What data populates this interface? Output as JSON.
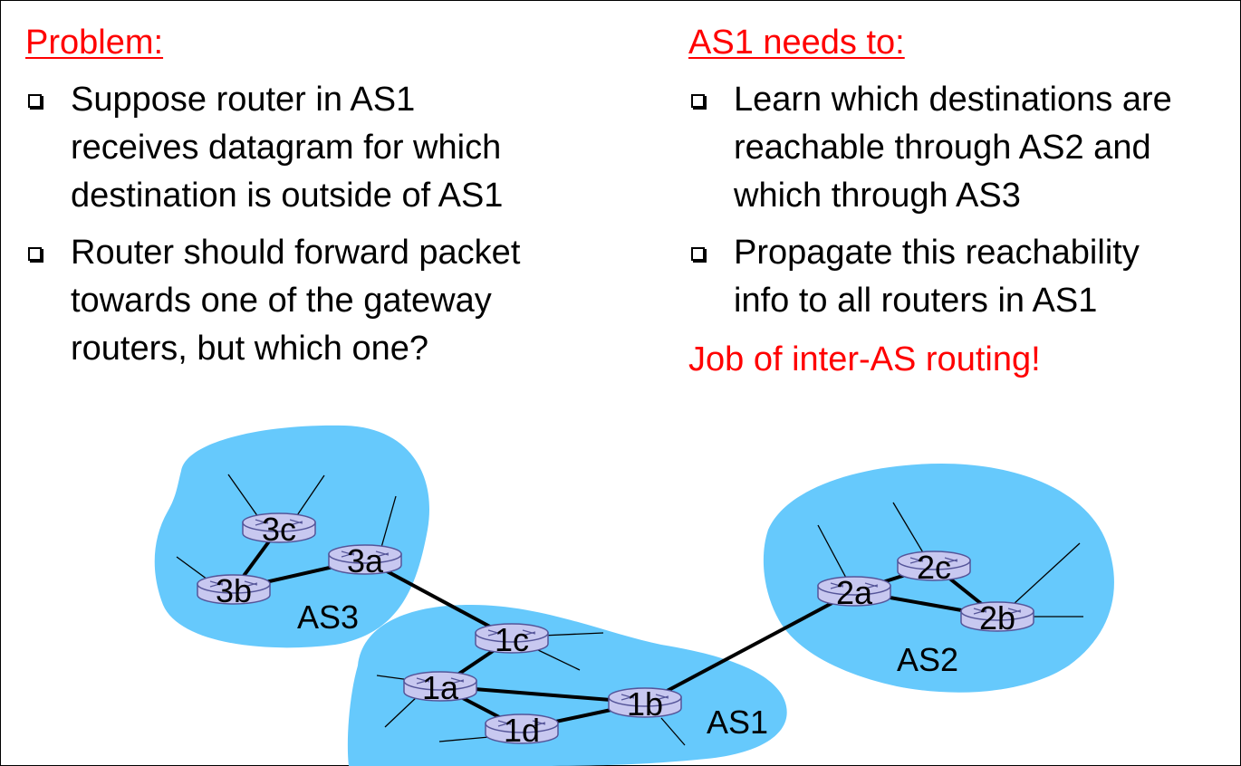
{
  "left_column": {
    "heading": "Problem:",
    "bullets": [
      {
        "lines": [
          "Suppose router in AS1",
          "receives datagram for which",
          "destination is outside of AS1"
        ]
      },
      {
        "lines": [
          "Router should forward packet",
          "towards one of the gateway",
          "routers, but which one?"
        ]
      }
    ]
  },
  "right_column": {
    "heading": "AS1 needs to:",
    "bullets": [
      {
        "lines": [
          "Learn which destinations are",
          "reachable through AS2 and",
          "which through AS3"
        ]
      },
      {
        "lines": [
          "Propagate this reachability",
          "info to all routers in AS1"
        ]
      }
    ],
    "conclusion": "Job of inter-AS routing!"
  },
  "diagram": {
    "autonomous_systems": [
      {
        "id": "as3",
        "label": "AS3"
      },
      {
        "id": "as1",
        "label": "AS1"
      },
      {
        "id": "as2",
        "label": "AS2"
      }
    ],
    "routers": [
      {
        "id": "3c",
        "label": "3c"
      },
      {
        "id": "3a",
        "label": "3a"
      },
      {
        "id": "3b",
        "label": "3b"
      },
      {
        "id": "1c",
        "label": "1c"
      },
      {
        "id": "1a",
        "label": "1a"
      },
      {
        "id": "1d",
        "label": "1d"
      },
      {
        "id": "1b",
        "label": "1b"
      },
      {
        "id": "2a",
        "label": "2a"
      },
      {
        "id": "2c",
        "label": "2c"
      },
      {
        "id": "2b",
        "label": "2b"
      }
    ],
    "links": [
      [
        "3c",
        "3b"
      ],
      [
        "3b",
        "3a"
      ],
      [
        "3a",
        "1c"
      ],
      [
        "1c",
        "1a"
      ],
      [
        "1a",
        "1d"
      ],
      [
        "1a",
        "1b"
      ],
      [
        "1d",
        "1b"
      ],
      [
        "1b",
        "2a"
      ],
      [
        "2a",
        "2c"
      ],
      [
        "2c",
        "2b"
      ],
      [
        "2a",
        "2b"
      ]
    ],
    "colors": {
      "cloud": "#66c9fc",
      "router_fill": "#c8c8f0",
      "router_stroke": "#555599",
      "link": "#000000",
      "heading": "#ff0000",
      "text": "#000000"
    }
  }
}
